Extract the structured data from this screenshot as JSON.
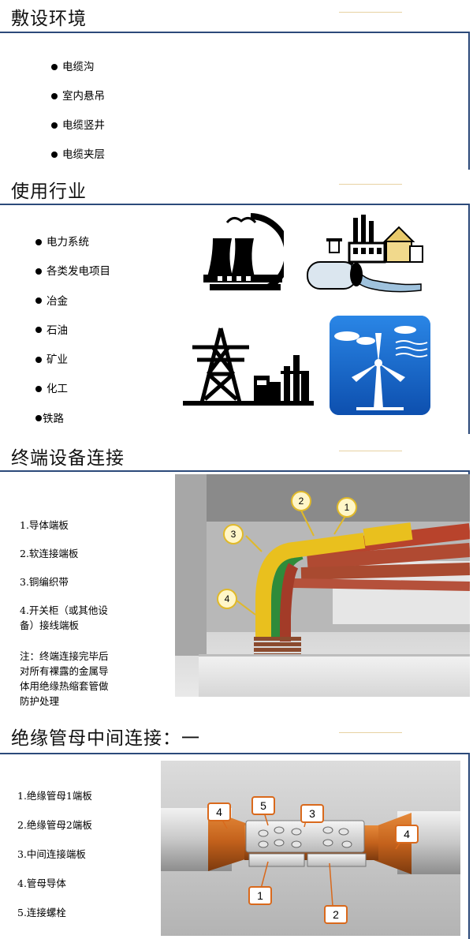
{
  "sections": {
    "laying": {
      "title": "敷设环境",
      "items": [
        "电缆沟",
        "室内悬吊",
        "电缆竖井",
        "电缆夹层"
      ]
    },
    "industries": {
      "title": "使用行业",
      "items": [
        "电力系统",
        "各类发电项目",
        "冶金",
        "石油",
        "矿业",
        "化工",
        "铁路"
      ]
    },
    "terminal": {
      "title": "终端设备连接",
      "items": [
        "1.导体端板",
        "2.软连接端板",
        "3.铜编织带",
        "4.开关柜（或其他设",
        "备）接线端板"
      ],
      "note_lines": [
        "注：终端连接完毕后",
        "对所有裸露的金属导",
        "体用绝缘热缩套管做",
        "防护处理"
      ],
      "callouts": [
        "1",
        "2",
        "3",
        "4"
      ]
    },
    "joint": {
      "title": "绝缘管母中间连接：一",
      "items": [
        "1.绝缘管母1端板",
        "2.绝缘管母2端板",
        "3.中间连接端板",
        "4.管母导体",
        "5.连接螺栓"
      ],
      "callouts": [
        "1",
        "2",
        "3",
        "4",
        "4",
        "5"
      ]
    }
  },
  "colors": {
    "frame": "#2c4a7a",
    "deco_line": "#e7d2a2",
    "callout_fill": "#fff6c8",
    "callout_stroke": "#e0b92a",
    "joint_callout_stroke": "#d9691c",
    "wind_icon_bg": "#1f6fd1"
  },
  "icons": [
    "power-plant-icon",
    "hydro-industry-icon",
    "transmission-tower-icon",
    "wind-turbine-icon"
  ]
}
